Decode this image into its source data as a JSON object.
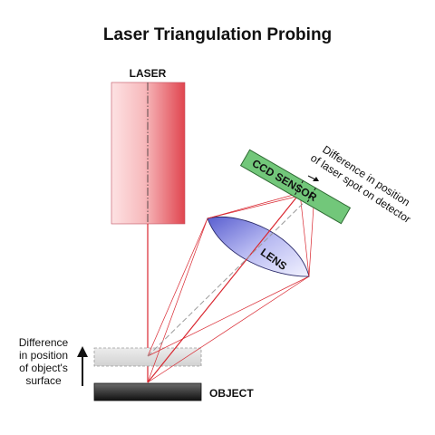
{
  "title": "Laser Triangulation Probing",
  "labels": {
    "laser": "LASER",
    "ccd_sensor": "CCD SENSOR",
    "lens": "LENS",
    "object": "OBJECT"
  },
  "annotations": {
    "detector_difference": [
      "Difference in position",
      "of laser spot on detector"
    ],
    "surface_difference": [
      "Difference",
      "in position",
      "of object's",
      "surface"
    ]
  },
  "colors": {
    "laser_body": "#f4a0a4",
    "laser_body_dark": "#e0454f",
    "laser_beam": "#d9262f",
    "ccd_sensor": "#72c77a",
    "lens": "#6f73d8",
    "object": "#2a2a2a",
    "ghost_object": "#c8c8c8"
  }
}
